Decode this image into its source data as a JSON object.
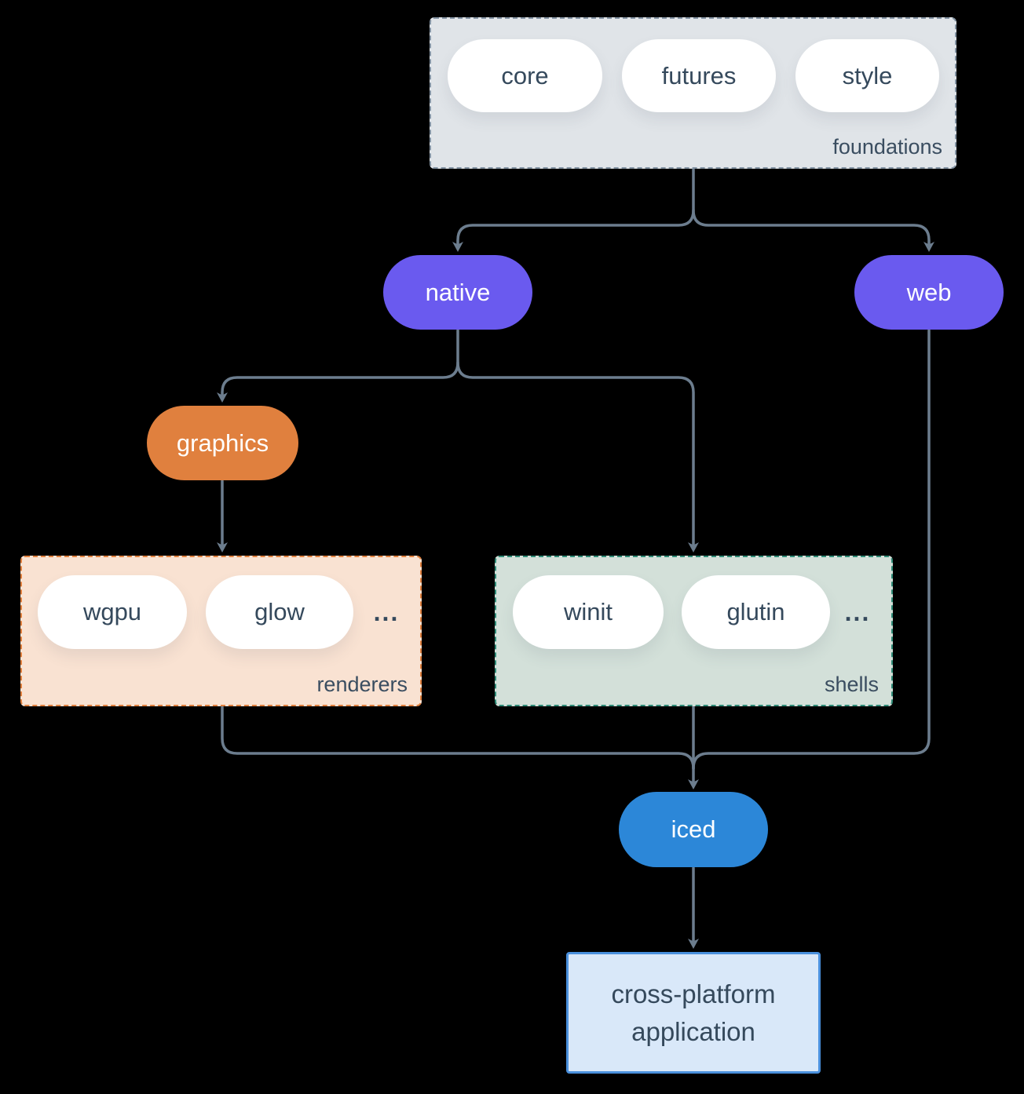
{
  "colors": {
    "background": "#000000",
    "arrow": "#6C7D8E",
    "node_text_dark": "#35495C",
    "purple_node": "#6A5AEF",
    "orange_node": "#E0803E",
    "blue_node": "#2C87D8",
    "foundations_fill": "#E0E4E8",
    "foundations_border": "#8494A4",
    "renderers_fill": "#F9E2D2",
    "renderers_border": "#E0803E",
    "shells_fill": "#D3E0D9",
    "shells_border": "#2F8B77",
    "application_fill": "#D9E8F9",
    "application_border": "#4A90DD"
  },
  "foundations": {
    "label": "foundations",
    "pills": [
      "core",
      "futures",
      "style"
    ]
  },
  "nodes": {
    "native": "native",
    "web": "web",
    "graphics": "graphics",
    "iced": "iced"
  },
  "renderers": {
    "label": "renderers",
    "pills": [
      "wgpu",
      "glow"
    ],
    "ellipsis": "..."
  },
  "shells": {
    "label": "shells",
    "pills": [
      "winit",
      "glutin"
    ],
    "ellipsis": "..."
  },
  "application": {
    "label": "cross-platform application"
  }
}
